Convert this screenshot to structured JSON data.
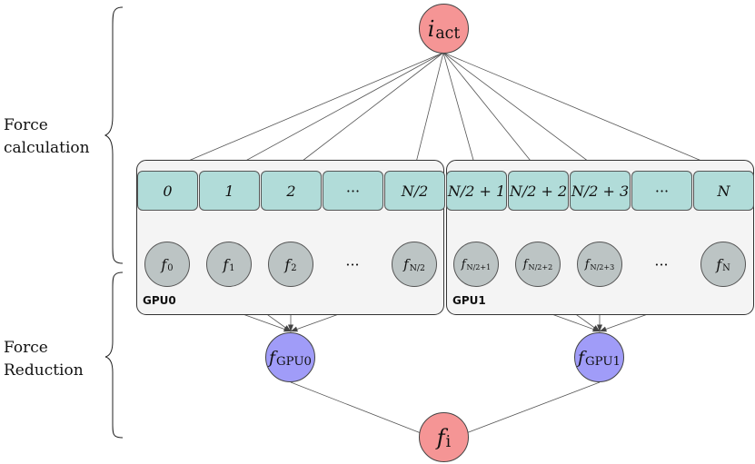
{
  "labels": {
    "force_calculation": [
      "Force",
      "calculation"
    ],
    "force_reduction": [
      "Force",
      "Reduction"
    ]
  },
  "gpus": [
    {
      "label": "GPU0",
      "cells": [
        "0",
        "1",
        "2",
        "···",
        "N/2"
      ],
      "forces": [
        {
          "main": "f",
          "sub": "0"
        },
        {
          "main": "f",
          "sub": "1"
        },
        {
          "main": "f",
          "sub": "2"
        },
        {
          "main": "···",
          "sub": ""
        },
        {
          "main": "f",
          "sub": "N/2"
        }
      ],
      "reduced": {
        "main": "f",
        "sub": "GPU0"
      }
    },
    {
      "label": "GPU1",
      "cells": [
        "N/2 + 1",
        "N/2 + 2",
        "N/2 + 3",
        "···",
        "N"
      ],
      "forces": [
        {
          "main": "f",
          "sub": "N/2+1"
        },
        {
          "main": "f",
          "sub": "N/2+2"
        },
        {
          "main": "f",
          "sub": "N/2+3"
        },
        {
          "main": "···",
          "sub": ""
        },
        {
          "main": "f",
          "sub": "N"
        }
      ],
      "reduced": {
        "main": "f",
        "sub": "GPU1"
      }
    }
  ],
  "top_node": {
    "main": "i",
    "sub": "act"
  },
  "bottom_node": {
    "main": "f",
    "sub": "i"
  },
  "colors": {
    "cell_fill": "#b1dcd9",
    "force_fill": "#bcc4c4",
    "reduced_fill": "#a09cf8",
    "endpoint_fill": "#f59595",
    "panel_fill": "#f4f4f4"
  }
}
